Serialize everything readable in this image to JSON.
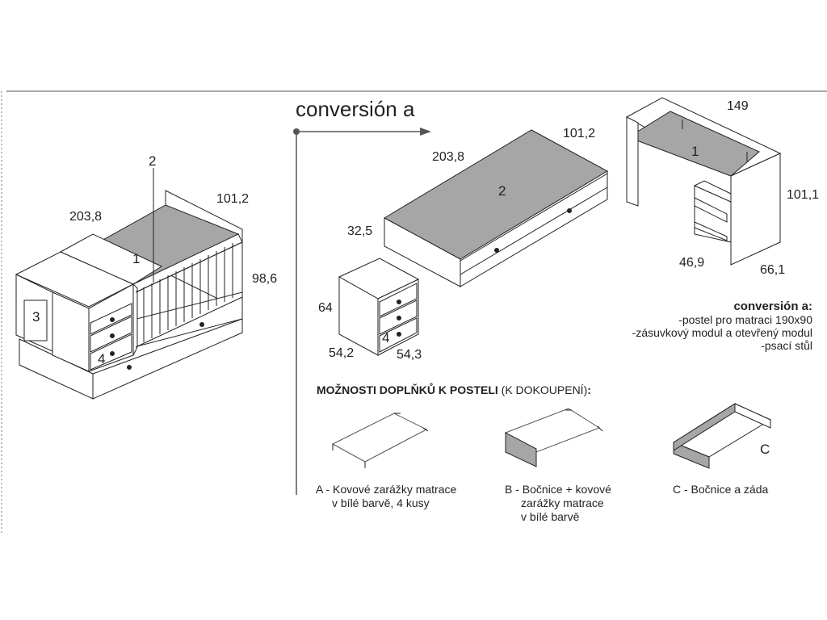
{
  "conversion_title": "conversión a",
  "crib": {
    "dims": {
      "length": "203,8",
      "width": "101,2",
      "height": "98,6"
    },
    "labels": {
      "n1": "1",
      "n2": "2",
      "n3": "3",
      "n4": "4"
    }
  },
  "bed": {
    "dims": {
      "length": "203,8",
      "width": "101,2",
      "height": "32,5"
    },
    "labels": {
      "n2": "2"
    }
  },
  "chest": {
    "dims": {
      "height": "64",
      "width": "54,2",
      "depth": "54,3"
    },
    "labels": {
      "n4": "4"
    }
  },
  "desk": {
    "dims": {
      "width": "149",
      "height": "101,1",
      "depth": "46,9",
      "depth2": "66,1"
    },
    "labels": {
      "n1": "1"
    }
  },
  "conversion_list": {
    "title": "conversión a:",
    "items": [
      "-postel pro matraci 190x90",
      "-zásuvkový modul a otevřený modul",
      "-psací stůl"
    ]
  },
  "options": {
    "heading_bold": "MOŽNOSTI DOPLŇKŮ K POSTELI",
    "heading_normal": "(K DOKOUPENÍ)",
    "heading_colon": ":",
    "c_label": "C",
    "a_caption": [
      "A - Kovové zarážky matrace",
      "v bílé barvě, 4 kusy"
    ],
    "b_caption": [
      "B - Bočnice + kovové",
      "zarážky matrace",
      "v bílé barvě"
    ],
    "c_caption": [
      "C - Bočnice a záda"
    ]
  },
  "colors": {
    "line": "#222222",
    "fill_grey": "#a6a6a6",
    "divider": "#555555"
  }
}
